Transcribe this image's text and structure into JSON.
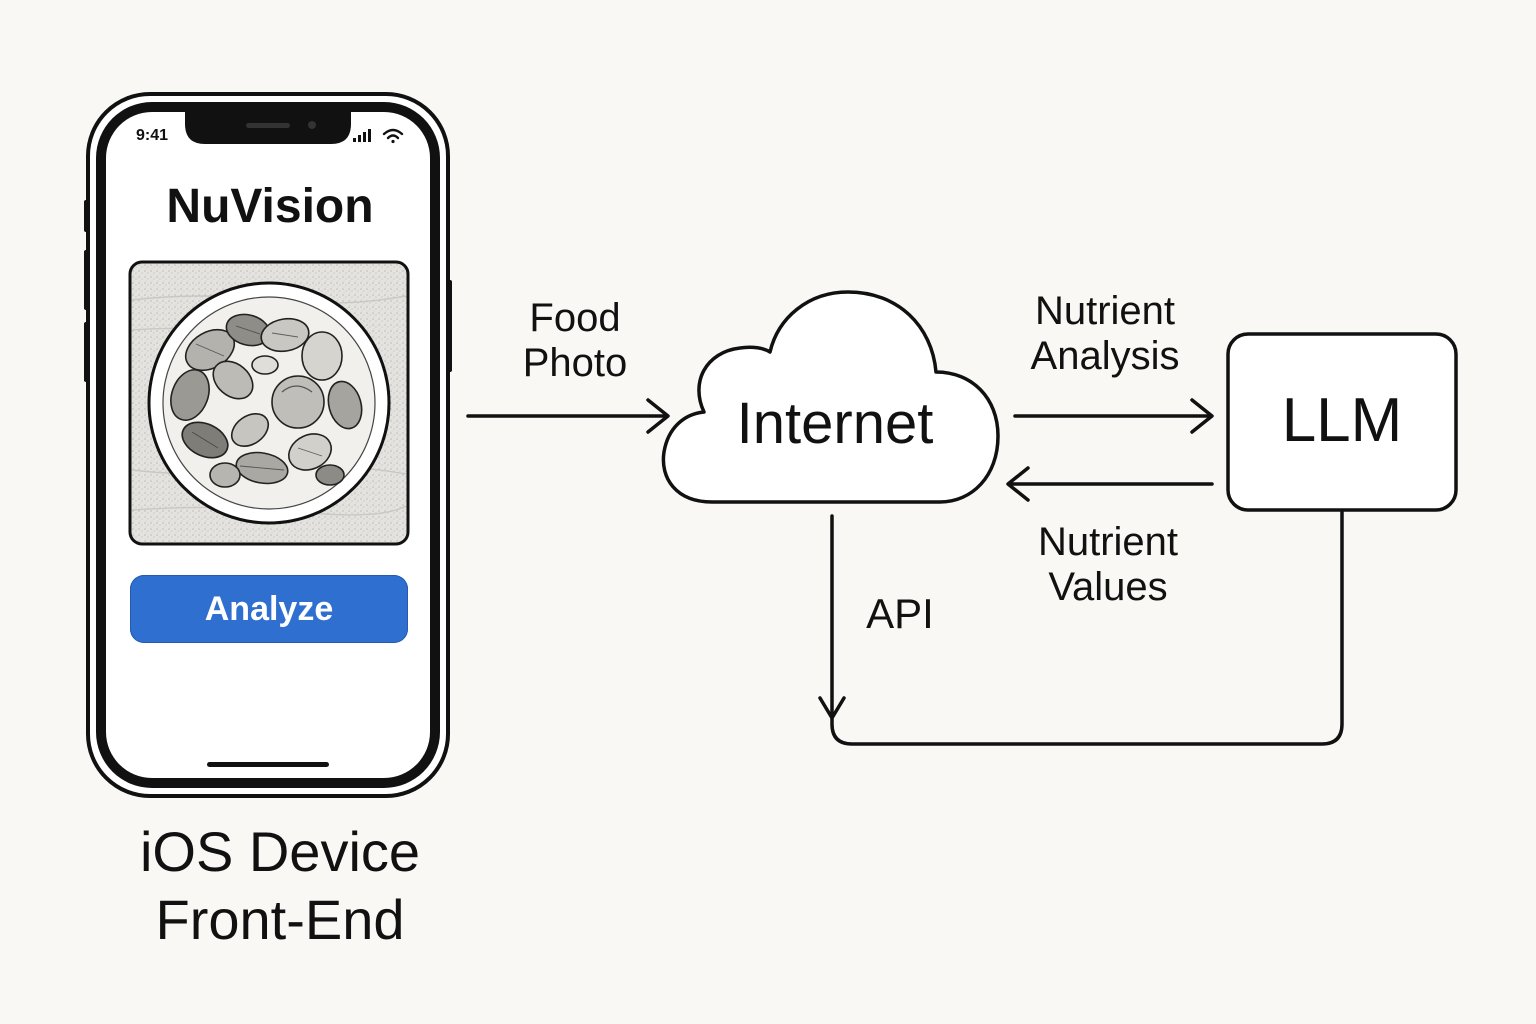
{
  "phone": {
    "status_time": "9:41",
    "app_title": "NuVision",
    "photo_alt": "food-bowl-illustration",
    "analyze_label": "Analyze"
  },
  "labels": {
    "device_caption_line1": "iOS Device",
    "device_caption_line2": "Front-End",
    "food_photo_line1": "Food",
    "food_photo_line2": "Photo",
    "internet": "Internet",
    "nutrient_analysis_line1": "Nutrient",
    "nutrient_analysis_line2": "Analysis",
    "nutrient_values_line1": "Nutrient",
    "nutrient_values_line2": "Values",
    "api": "API",
    "llm": "LLM"
  },
  "colors": {
    "button": "#2f6fcf",
    "background": "#f9f8f5",
    "ink": "#111111"
  },
  "icons": {
    "signal": "cellular-signal-icon",
    "wifi": "wifi-icon"
  }
}
